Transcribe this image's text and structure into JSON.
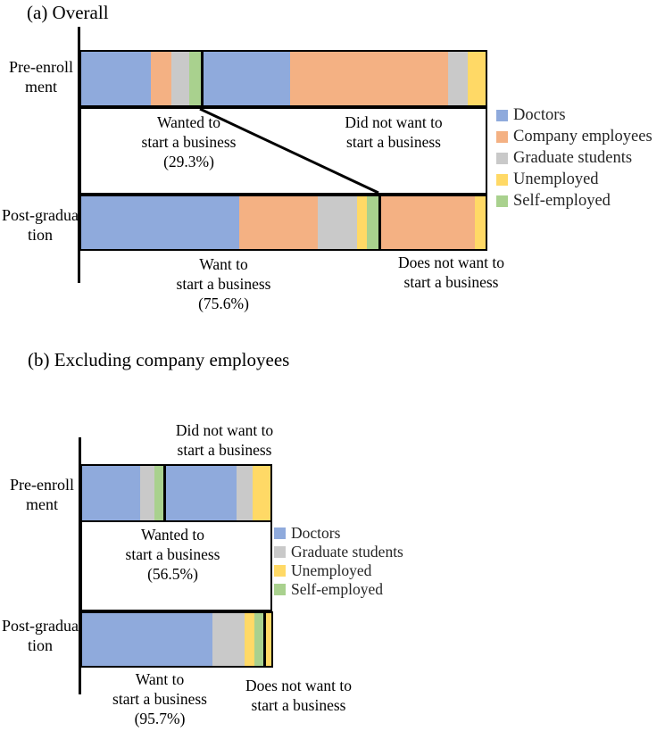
{
  "palette": {
    "doctors": "#8FAADC",
    "company_employees": "#F4B183",
    "graduate_students": "#C9C9C9",
    "unemployed": "#FFD966",
    "self_employed": "#A9D18E",
    "line": "#000000"
  },
  "chart_data": [
    {
      "id": "a",
      "type": "mosaic-stacked-bar",
      "title": "(a) Overall",
      "layout": {
        "orientation": "horizontal",
        "grid": false,
        "legend_position": "right"
      },
      "rows": [
        {
          "axis_label": "Pre-enroll\nment",
          "groups": [
            {
              "label": "Wanted to\nstart a business\n(29.3%)",
              "share_pct": 29.3,
              "flex": 135,
              "segments": [
                [
                  "doctors",
                  77
                ],
                [
                  "company_employees",
                  23
                ],
                [
                  "graduate_students",
                  20
                ],
                [
                  "self_employed",
                  13
                ]
              ]
            },
            {
              "label": "Did not want to\nstart a business",
              "flex": 318,
              "segments": [
                [
                  "doctors",
                  98
                ],
                [
                  "company_employees",
                  180
                ],
                [
                  "graduate_students",
                  23
                ],
                [
                  "unemployed",
                  20
                ]
              ]
            }
          ]
        },
        {
          "axis_label": "Post-gradua\ntion",
          "groups": [
            {
              "label": "Want to\nstart a business\n(75.6%)",
              "share_pct": 75.6,
              "flex": 335,
              "segments": [
                [
                  "doctors",
                  178
                ],
                [
                  "company_employees",
                  89
                ],
                [
                  "graduate_students",
                  44
                ],
                [
                  "unemployed",
                  11
                ],
                [
                  "self_employed",
                  13
                ]
              ]
            },
            {
              "label": "Does not want to\nstart a business",
              "flex": 118,
              "segments": [
                [
                  "company_employees",
                  106
                ],
                [
                  "unemployed",
                  12
                ]
              ]
            }
          ]
        }
      ],
      "legend": [
        {
          "key": "doctors",
          "label": "Doctors"
        },
        {
          "key": "company_employees",
          "label": "Company employees"
        },
        {
          "key": "graduate_students",
          "label": "Graduate students"
        },
        {
          "key": "unemployed",
          "label": "Unemployed"
        },
        {
          "key": "self_employed",
          "label": "Self-employed"
        }
      ]
    },
    {
      "id": "b",
      "type": "mosaic-stacked-bar",
      "title": "(b) Excluding company employees",
      "layout": {
        "orientation": "horizontal",
        "grid": false,
        "legend_position": "right"
      },
      "rows": [
        {
          "axis_label": "Pre-enroll\nment",
          "groups": [
            {
              "label": "Wanted to\nstart a business\n(56.5%)",
              "share_pct": 56.5,
              "flex": 93,
              "segments": [
                [
                  "doctors",
                  65
                ],
                [
                  "graduate_students",
                  16
                ],
                [
                  "self_employed",
                  10
                ]
              ]
            },
            {
              "label": "Did not want to\nstart a business",
              "flex": 119,
              "segments": [
                [
                  "doctors",
                  79
                ],
                [
                  "graduate_students",
                  18
                ],
                [
                  "unemployed",
                  20
                ]
              ]
            }
          ]
        },
        {
          "axis_label": "Post-gradua\ntion",
          "groups": [
            {
              "label": "Want to\nstart a business\n(95.7%)",
              "share_pct": 95.7,
              "flex": 206,
              "segments": [
                [
                  "doctors",
                  147
                ],
                [
                  "graduate_students",
                  37
                ],
                [
                  "unemployed",
                  11
                ],
                [
                  "self_employed",
                  10
                ]
              ]
            },
            {
              "label": "Does not want to\nstart a business",
              "flex": 6,
              "segments": [
                [
                  "unemployed",
                  6
                ]
              ]
            }
          ]
        }
      ],
      "legend": [
        {
          "key": "doctors",
          "label": "Doctors"
        },
        {
          "key": "graduate_students",
          "label": "Graduate students"
        },
        {
          "key": "unemployed",
          "label": "Unemployed"
        },
        {
          "key": "self_employed",
          "label": "Self-employed"
        }
      ]
    }
  ]
}
